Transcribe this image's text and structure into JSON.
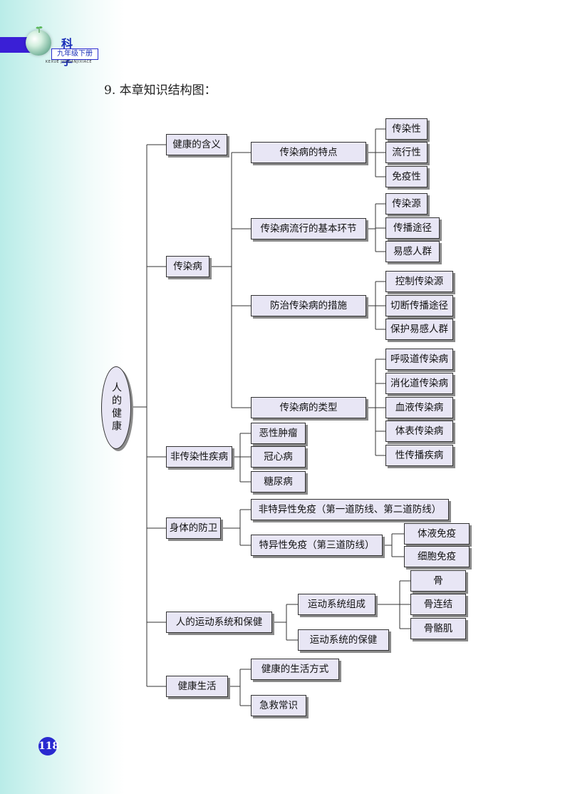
{
  "header": {
    "subject": "科 学",
    "grade": "九年级下册",
    "pinyin": "KEXUE JIUNIANJIXIACE",
    "brand_colors": {
      "stripe": "#3a1fd6",
      "text": "#1a2eb8"
    },
    "logo_icon": "globe-with-sprout-icon"
  },
  "section_title": "9. 本章知识结构图：",
  "diagram": {
    "root": "人的健康",
    "level1": {
      "health_meaning": "健康的含义",
      "infectious_disease": "传染病",
      "noninfectious_disease": "非传染性疾病",
      "body_defense": "身体的防卫",
      "motion_system": "人的运动系统和保健",
      "healthy_life": "健康生活"
    },
    "infectious": {
      "features": "传染病的特点",
      "features_items": [
        "传染性",
        "流行性",
        "免疫性"
      ],
      "links": "传染病流行的基本环节",
      "links_items": [
        "传染源",
        "传播途径",
        "易感人群"
      ],
      "measures": "防治传染病的措施",
      "measures_items": [
        "控制传染源",
        "切断传播途径",
        "保护易感人群"
      ],
      "types": "传染病的类型",
      "types_items": [
        "呼吸道传染病",
        "消化道传染病",
        "血液传染病",
        "体表传染病",
        "性传播疾病"
      ]
    },
    "noninfectious_items": [
      "恶性肿瘤",
      "冠心病",
      "糖尿病"
    ],
    "defense": {
      "nonspecific": "非特异性免疫（第一道防线、第二道防线）",
      "specific": "特异性免疫（第三道防线）",
      "specific_items": [
        "体液免疫",
        "细胞免疫"
      ]
    },
    "motion": {
      "composition": "运动系统组成",
      "composition_items": [
        "骨",
        "骨连结",
        "骨骼肌"
      ],
      "care": "运动系统的保健"
    },
    "life": {
      "lifestyle": "健康的生活方式",
      "first_aid": "急救常识"
    }
  },
  "page_number": "118"
}
